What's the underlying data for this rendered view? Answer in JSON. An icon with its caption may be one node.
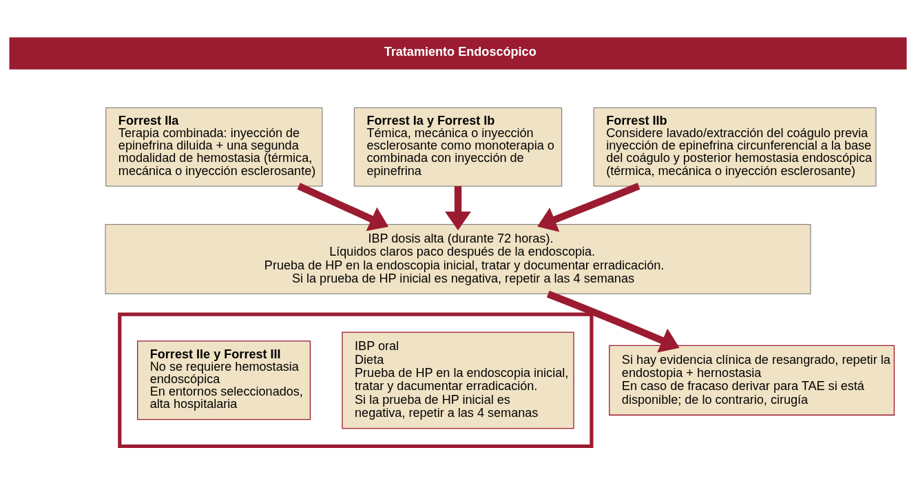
{
  "diagram": {
    "nodes": [
      {
        "text": [
          "Tratamiento Endoscópico"
        ]
      },
      {
        "text": [
          "Forrest IIa",
          "Terapia combinada: inyección de epinefrina diluida + una segunda modalidad de hemostasia (térmica, mecánica o inyección esclerosante)"
        ]
      },
      {
        "text": [
          "Forrest Ia y Forrest Ib",
          "Témica, mecánica o inyección esclerosante como monoterapia o combinada con inyección de epinefrina"
        ]
      },
      {
        "text": [
          "Forrest IIb",
          "Considere lavado/extracción del coágulo previa inyección de epinefrina circunferencial a la base del coágulo y posterior hemostasia endoscópica (térmica, mecánica o inyección esclerosante)"
        ]
      },
      {
        "text": [
          "IBP dosis alta (durante 72 horas).",
          "Líquidos claros paco después de la endoscopia.",
          "Prueba de HP en la endoscopia inicial, tratar y documentar erradicación.",
          "Si la prueba de HP inicial es negativa, repetir a las 4 semanas"
        ]
      },
      {
        "text": [],
        "shape": "box"
      },
      {
        "text": [
          "Forrest IIe y Forrest III",
          "No se requiere hemostasia endoscópica",
          "En entornos seleccionados, alta hospitalaria"
        ],
        "in": 5
      },
      {
        "text": [
          "IBP oral",
          "Dieta",
          "Prueba de HP en la endoscopia inicial, tratar y dacumentar erradicación.",
          "Si la prueba de HP inicial es negativa, repetir a las 4 semanas"
        ],
        "in": 5
      },
      {
        "text": [
          "Si hay evidencia clínica de resangrado, repetir la endostopia + hernostasia",
          "En caso de fracaso derivar para TAE si está disponible; de lo contrario, cirugía"
        ]
      }
    ],
    "edges": [
      {
        "from": 1,
        "to": 4,
        "arrow": "to"
      },
      {
        "from": 2,
        "to": 4,
        "arrow": "to"
      },
      {
        "from": 3,
        "to": 4,
        "arrow": "to"
      },
      {
        "from": 4,
        "to": 8,
        "arrow": "to"
      }
    ]
  }
}
